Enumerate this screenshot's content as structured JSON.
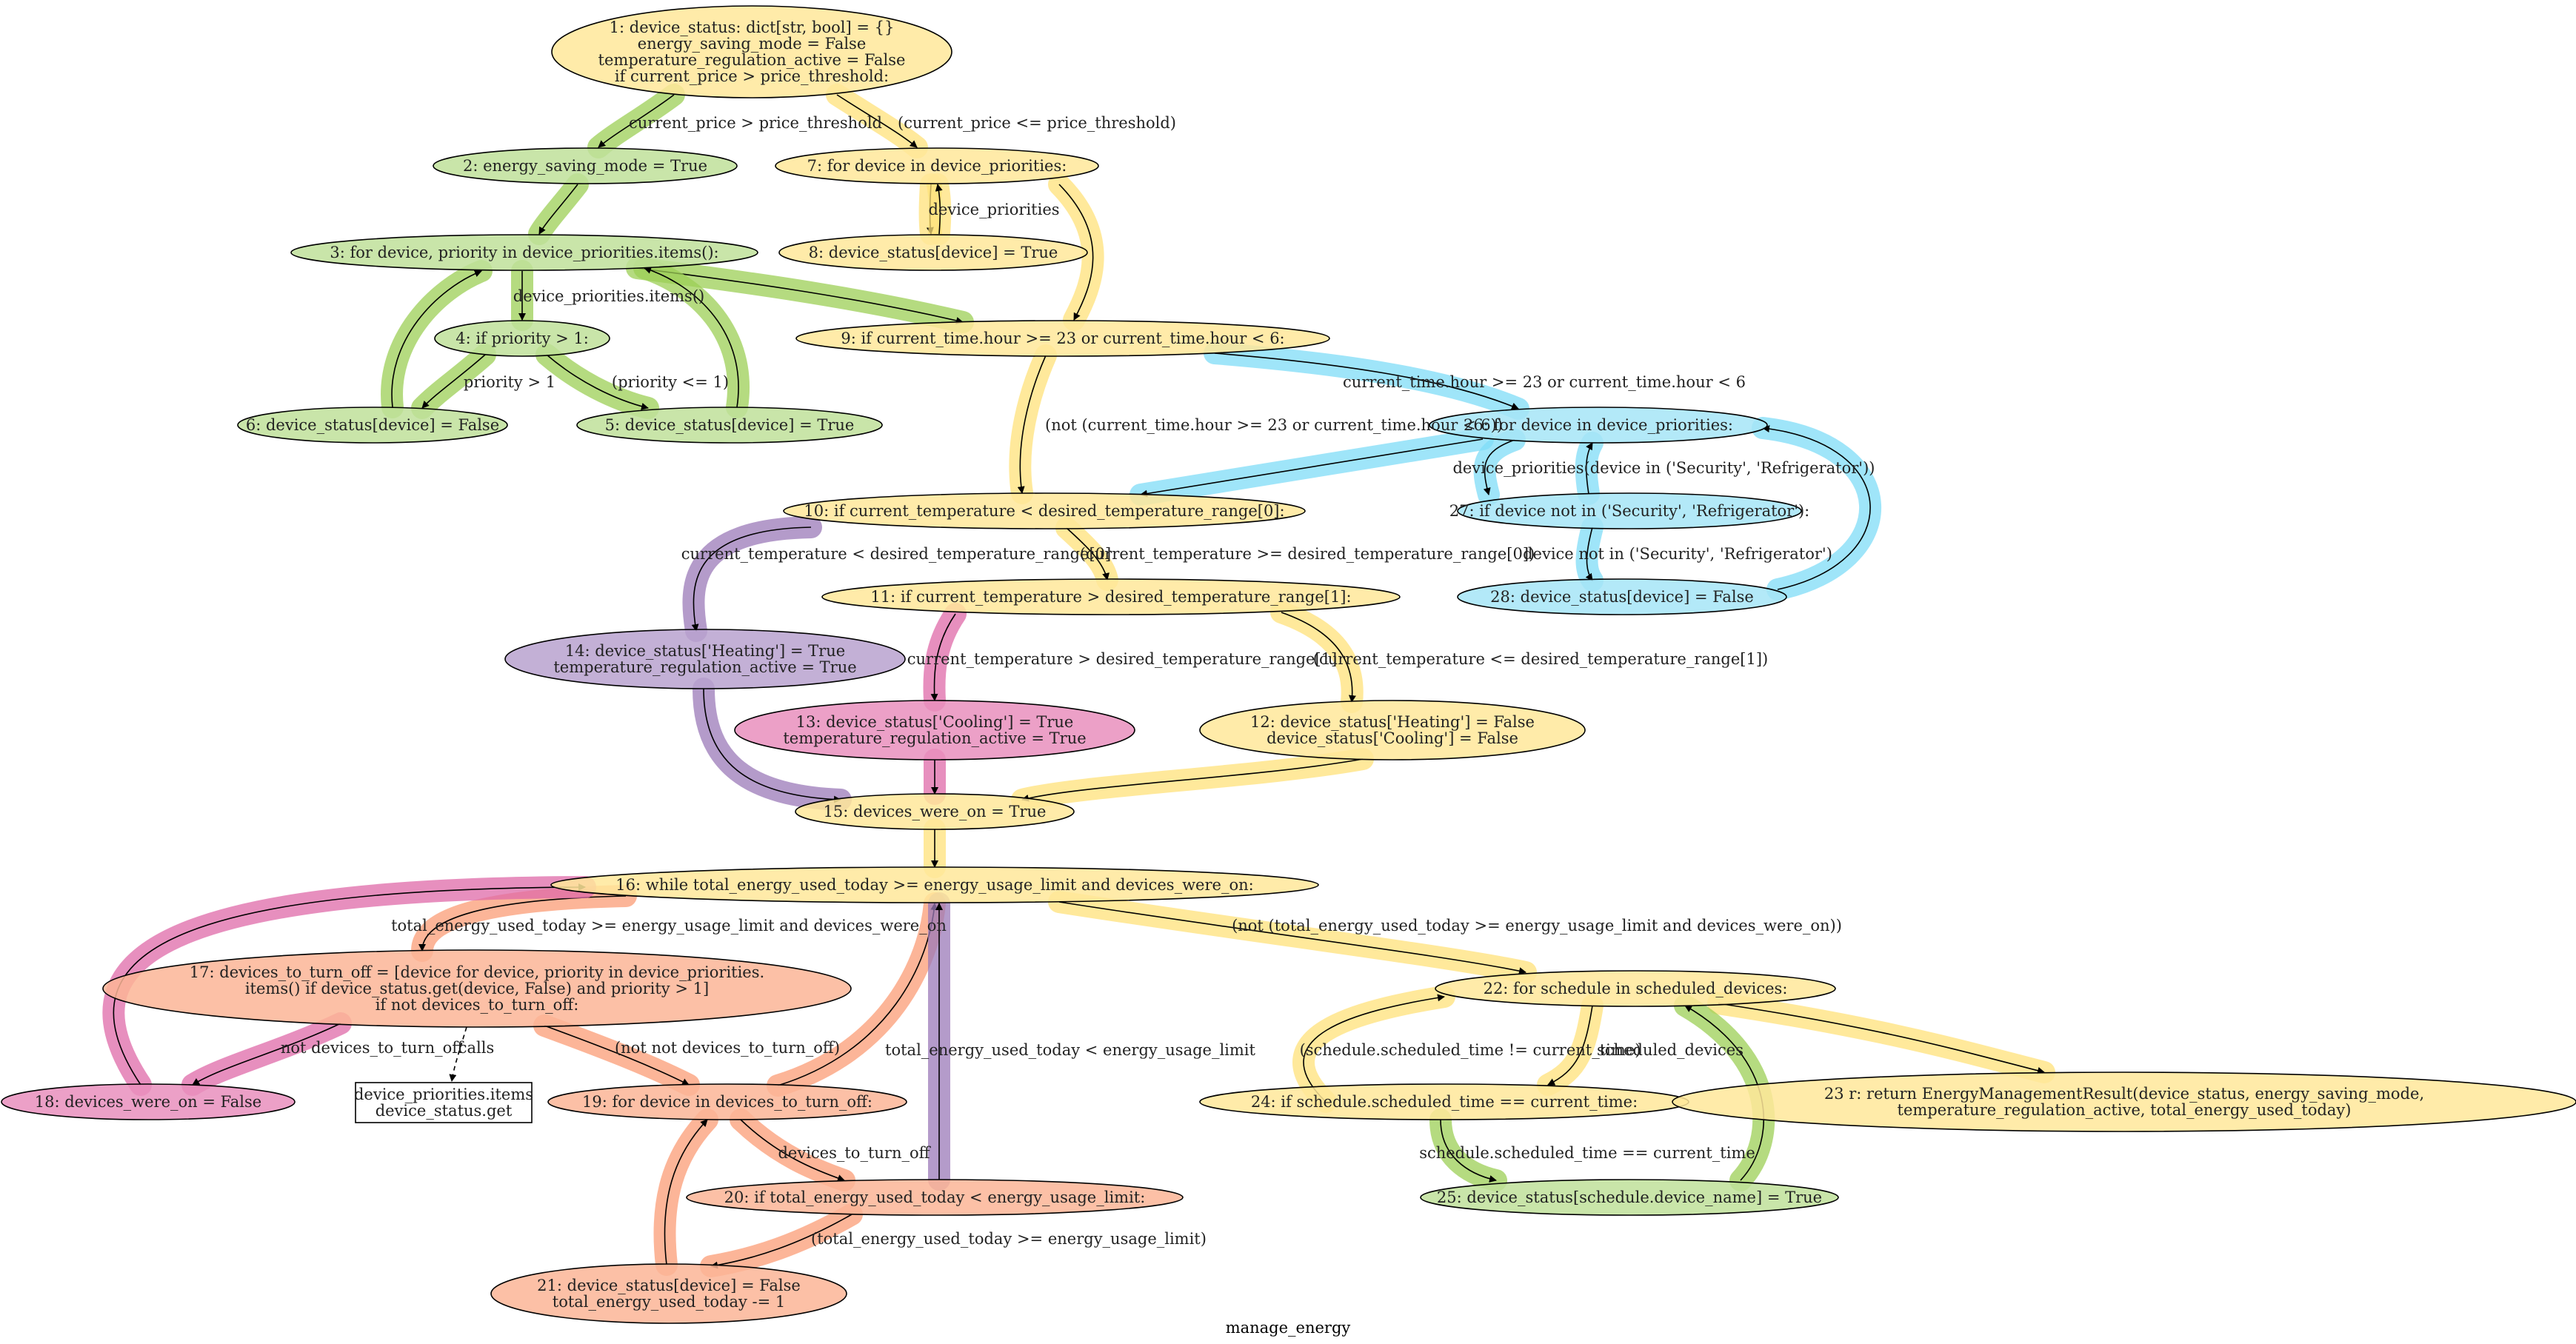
{
  "title": "manage_energy",
  "colors": {
    "yellow": "#ffe27a",
    "green": "#9ccf55",
    "blue": "#7fdcf7",
    "purple": "#9b7ab8",
    "pink": "#df6aa8",
    "orange": "#fb9c75",
    "yellow_node": "#ffe79a",
    "green_node": "#bfe09a",
    "blue_node": "#a6e5f7",
    "purple_node": "#b9a2cf",
    "pink_node": "#e98fbd",
    "orange_node": "#fbb596"
  },
  "nodes": [
    {
      "id": "n1",
      "shape": "ellipse",
      "color": "yellow",
      "lines": [
        "1: device_status: dict[str, bool] = {}",
        "energy_saving_mode = False",
        "temperature_regulation_active = False",
        "if current_price > price_threshold:"
      ]
    },
    {
      "id": "n2",
      "shape": "ellipse",
      "color": "green",
      "lines": [
        "2: energy_saving_mode = True"
      ]
    },
    {
      "id": "n7",
      "shape": "ellipse",
      "color": "yellow",
      "lines": [
        "7: for device in device_priorities:"
      ]
    },
    {
      "id": "n8",
      "shape": "ellipse",
      "color": "yellow",
      "lines": [
        "8: device_status[device] = True"
      ]
    },
    {
      "id": "n3",
      "shape": "ellipse",
      "color": "green",
      "lines": [
        "3: for device, priority in device_priorities.items():"
      ]
    },
    {
      "id": "n9",
      "shape": "ellipse",
      "color": "yellow",
      "lines": [
        "9: if current_time.hour >= 23 or current_time.hour < 6:"
      ]
    },
    {
      "id": "n4",
      "shape": "ellipse",
      "color": "green",
      "lines": [
        "4: if priority > 1:"
      ]
    },
    {
      "id": "n6",
      "shape": "ellipse",
      "color": "green",
      "lines": [
        "6: device_status[device] = False"
      ]
    },
    {
      "id": "n5",
      "shape": "ellipse",
      "color": "green",
      "lines": [
        "5: device_status[device] = True"
      ]
    },
    {
      "id": "n26",
      "shape": "ellipse",
      "color": "blue",
      "lines": [
        "26: for device in device_priorities:"
      ]
    },
    {
      "id": "n27",
      "shape": "ellipse",
      "color": "blue",
      "lines": [
        "27: if device not in ('Security', 'Refrigerator'):"
      ]
    },
    {
      "id": "n28",
      "shape": "ellipse",
      "color": "blue",
      "lines": [
        "28: device_status[device] = False"
      ]
    },
    {
      "id": "n10",
      "shape": "ellipse",
      "color": "yellow",
      "lines": [
        "10: if current_temperature < desired_temperature_range[0]:"
      ]
    },
    {
      "id": "n11",
      "shape": "ellipse",
      "color": "yellow",
      "lines": [
        "11: if current_temperature > desired_temperature_range[1]:"
      ]
    },
    {
      "id": "n14",
      "shape": "ellipse",
      "color": "purple",
      "lines": [
        "14: device_status['Heating'] = True",
        "temperature_regulation_active = True"
      ]
    },
    {
      "id": "n13",
      "shape": "ellipse",
      "color": "pink",
      "lines": [
        "13: device_status['Cooling'] = True",
        "temperature_regulation_active = True"
      ]
    },
    {
      "id": "n12",
      "shape": "ellipse",
      "color": "yellow",
      "lines": [
        "12: device_status['Heating'] = False",
        "device_status['Cooling'] = False"
      ]
    },
    {
      "id": "n15",
      "shape": "ellipse",
      "color": "yellow",
      "lines": [
        "15: devices_were_on = True"
      ]
    },
    {
      "id": "n16",
      "shape": "ellipse",
      "color": "yellow",
      "lines": [
        "16: while total_energy_used_today >= energy_usage_limit and devices_were_on:"
      ]
    },
    {
      "id": "n17",
      "shape": "ellipse",
      "color": "orange",
      "lines": [
        "17: devices_to_turn_off = [device for device, priority in device_priorities.",
        "items() if device_status.get(device, False) and priority > 1]",
        "if not devices_to_turn_off:"
      ]
    },
    {
      "id": "n22",
      "shape": "ellipse",
      "color": "yellow",
      "lines": [
        "22: for schedule in scheduled_devices:"
      ]
    },
    {
      "id": "n18",
      "shape": "ellipse",
      "color": "pink",
      "lines": [
        "18: devices_were_on = False"
      ]
    },
    {
      "id": "ncalls",
      "shape": "box",
      "color": "none",
      "lines": [
        "device_priorities.items",
        "device_status.get"
      ]
    },
    {
      "id": "n19",
      "shape": "ellipse",
      "color": "orange",
      "lines": [
        "19: for device in devices_to_turn_off:"
      ]
    },
    {
      "id": "n24",
      "shape": "ellipse",
      "color": "yellow",
      "lines": [
        "24: if schedule.scheduled_time == current_time:"
      ]
    },
    {
      "id": "n23",
      "shape": "ellipse",
      "color": "yellow",
      "lines": [
        "23 r: return EnergyManagementResult(device_status, energy_saving_mode,",
        "temperature_regulation_active, total_energy_used_today)"
      ]
    },
    {
      "id": "n20",
      "shape": "ellipse",
      "color": "orange",
      "lines": [
        "20: if total_energy_used_today < energy_usage_limit:"
      ]
    },
    {
      "id": "n25",
      "shape": "ellipse",
      "color": "green",
      "lines": [
        "25: device_status[schedule.device_name] = True"
      ]
    },
    {
      "id": "n21",
      "shape": "ellipse",
      "color": "orange",
      "lines": [
        "21: device_status[device] = False",
        "total_energy_used_today -= 1"
      ]
    }
  ],
  "edges": [
    {
      "from": "n1",
      "to": "n2",
      "color": "green",
      "label": "current_price > price_threshold"
    },
    {
      "from": "n1",
      "to": "n7",
      "color": "yellow",
      "label": "(current_price <= price_threshold)"
    },
    {
      "from": "n2",
      "to": "n3",
      "color": "green",
      "label": ""
    },
    {
      "from": "n7",
      "to": "n8",
      "color": "yellow",
      "label": "device_priorities"
    },
    {
      "from": "n8",
      "to": "n7",
      "color": "yellow",
      "label": ""
    },
    {
      "from": "n7",
      "to": "n9",
      "color": "yellow",
      "label": ""
    },
    {
      "from": "n3",
      "to": "n4",
      "color": "green",
      "label": "device_priorities.items()"
    },
    {
      "from": "n3",
      "to": "n9",
      "color": "green",
      "label": ""
    },
    {
      "from": "n4",
      "to": "n6",
      "color": "green",
      "label": "priority > 1"
    },
    {
      "from": "n4",
      "to": "n5",
      "color": "green",
      "label": "(priority <= 1)"
    },
    {
      "from": "n6",
      "to": "n3",
      "color": "green",
      "label": ""
    },
    {
      "from": "n5",
      "to": "n3",
      "color": "green",
      "label": ""
    },
    {
      "from": "n9",
      "to": "n26",
      "color": "blue",
      "label": "current_time.hour >= 23 or current_time.hour < 6"
    },
    {
      "from": "n9",
      "to": "n10",
      "color": "yellow",
      "label": "(not (current_time.hour >= 23 or current_time.hour < 6))"
    },
    {
      "from": "n26",
      "to": "n27",
      "color": "blue",
      "label": "device_priorities"
    },
    {
      "from": "n26",
      "to": "n10",
      "color": "blue",
      "label": ""
    },
    {
      "from": "n27",
      "to": "n28",
      "color": "blue",
      "label": "device not in ('Security', 'Refrigerator')"
    },
    {
      "from": "n27",
      "to": "n26",
      "color": "blue",
      "label": "(device in ('Security', 'Refrigerator'))"
    },
    {
      "from": "n28",
      "to": "n26",
      "color": "blue",
      "label": ""
    },
    {
      "from": "n10",
      "to": "n14",
      "color": "purple",
      "label": "current_temperature < desired_temperature_range[0]"
    },
    {
      "from": "n10",
      "to": "n11",
      "color": "yellow",
      "label": "(current_temperature >= desired_temperature_range[0])"
    },
    {
      "from": "n11",
      "to": "n13",
      "color": "pink",
      "label": "current_temperature > desired_temperature_range[1]"
    },
    {
      "from": "n11",
      "to": "n12",
      "color": "yellow",
      "label": "(current_temperature <= desired_temperature_range[1])"
    },
    {
      "from": "n14",
      "to": "n15",
      "color": "purple",
      "label": ""
    },
    {
      "from": "n13",
      "to": "n15",
      "color": "pink",
      "label": ""
    },
    {
      "from": "n12",
      "to": "n15",
      "color": "yellow",
      "label": ""
    },
    {
      "from": "n15",
      "to": "n16",
      "color": "yellow",
      "label": ""
    },
    {
      "from": "n16",
      "to": "n17",
      "color": "orange",
      "label": "total_energy_used_today >= energy_usage_limit and devices_were_on"
    },
    {
      "from": "n16",
      "to": "n22",
      "color": "yellow",
      "label": "(not (total_energy_used_today >= energy_usage_limit and devices_were_on))"
    },
    {
      "from": "n17",
      "to": "n18",
      "color": "pink",
      "label": "not devices_to_turn_off"
    },
    {
      "from": "n17",
      "to": "ncalls",
      "color": "none",
      "label": "calls"
    },
    {
      "from": "n17",
      "to": "n19",
      "color": "orange",
      "label": "(not not devices_to_turn_off)"
    },
    {
      "from": "n18",
      "to": "n16",
      "color": "pink",
      "label": ""
    },
    {
      "from": "n19",
      "to": "n20",
      "color": "orange",
      "label": "devices_to_turn_off"
    },
    {
      "from": "n19",
      "to": "n16",
      "color": "orange",
      "label": ""
    },
    {
      "from": "n20",
      "to": "n21",
      "color": "orange",
      "label": "(total_energy_used_today >= energy_usage_limit)"
    },
    {
      "from": "n20",
      "to": "n16",
      "color": "purple",
      "label": "total_energy_used_today < energy_usage_limit"
    },
    {
      "from": "n21",
      "to": "n19",
      "color": "orange",
      "label": ""
    },
    {
      "from": "n22",
      "to": "n24",
      "color": "yellow",
      "label": "scheduled_devices"
    },
    {
      "from": "n22",
      "to": "n23",
      "color": "yellow",
      "label": ""
    },
    {
      "from": "n24",
      "to": "n25",
      "color": "green",
      "label": "schedule.scheduled_time == current_time"
    },
    {
      "from": "n24",
      "to": "n22",
      "color": "yellow",
      "label": "(schedule.scheduled_time != current_time)"
    },
    {
      "from": "n25",
      "to": "n22",
      "color": "green",
      "label": ""
    }
  ]
}
